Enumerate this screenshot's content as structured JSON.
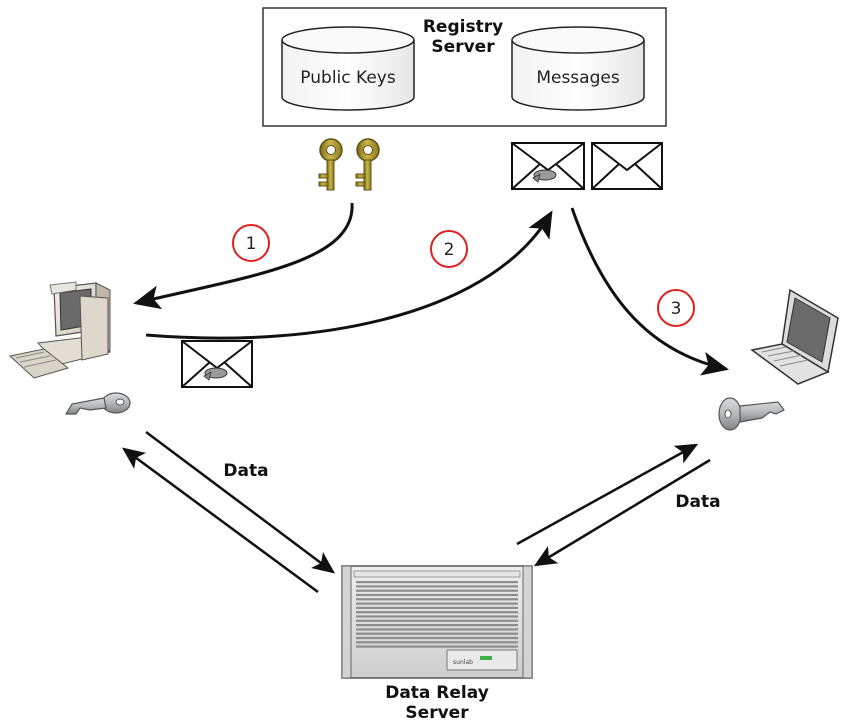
{
  "registry_server": {
    "title_line1": "Registry",
    "title_line2": "Server",
    "databases": [
      "Public Keys",
      "Messages"
    ]
  },
  "steps": [
    "1",
    "2",
    "3"
  ],
  "data_labels": {
    "left": "Data",
    "right": "Data"
  },
  "relay_server": {
    "title_line1": "Data Relay",
    "title_line2": "Server",
    "brand": "sunlab"
  },
  "colors": {
    "arrow": "#111111",
    "step_circle": "#e02020",
    "key_gold": "#b8a53a",
    "key_grey": "#a9adb0",
    "box_border": "#333333"
  }
}
